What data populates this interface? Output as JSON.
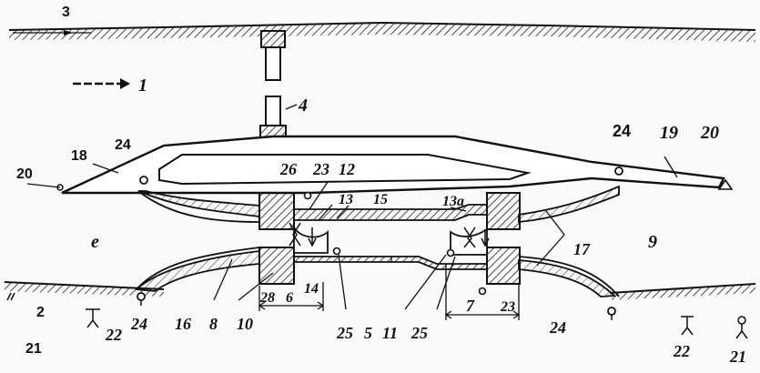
{
  "labels": {
    "l1": "1",
    "l2": "2",
    "l3": "3",
    "l4": "4",
    "l5": "5",
    "l6": "6",
    "l7": "7",
    "l8": "8",
    "l9": "9",
    "l10": "10",
    "l11": "11",
    "l12": "12",
    "l13": "13",
    "l13a": "13a",
    "l14": "14",
    "l15": "15",
    "l16": "16",
    "l17": "17",
    "l18": "18",
    "l19": "19",
    "l20_left": "20",
    "l20_right": "20",
    "l21_left": "21",
    "l21_right": "21",
    "l22_left": "22",
    "l22_right": "22",
    "l23_top": "23",
    "l23_right": "23",
    "l24_left_top": "24",
    "l24_right_top": "24",
    "l24_left_bottom": "24",
    "l24_right_bottom": "24",
    "l25_left": "25",
    "l25_right": "25",
    "l26": "26",
    "l28": "28",
    "l_e": "e"
  }
}
